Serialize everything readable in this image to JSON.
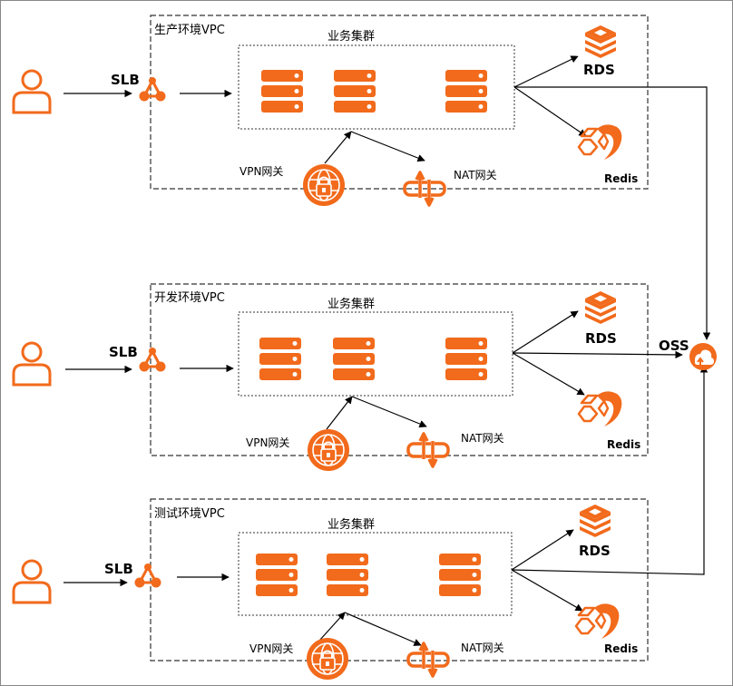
{
  "vpcs": [
    {
      "title": "生产环境VPC",
      "cluster_title": "业务集群",
      "slb_label": "SLB",
      "vpn_label": "VPN网关",
      "nat_label": "NAT网关",
      "rds_label": "RDS",
      "redis_label": "Redis"
    },
    {
      "title": "开发环境VPC",
      "cluster_title": "业务集群",
      "slb_label": "SLB",
      "vpn_label": "VPN网关",
      "nat_label": "NAT网关",
      "rds_label": "RDS",
      "redis_label": "Redis"
    },
    {
      "title": "测试环境VPC",
      "cluster_title": "业务集群",
      "slb_label": "SLB",
      "vpn_label": "VPN网关",
      "nat_label": "NAT网关",
      "rds_label": "RDS",
      "redis_label": "Redis"
    }
  ],
  "oss_label": "OSS",
  "colors": {
    "accent": "#f26a1b",
    "line": "#000000",
    "border": "#555555"
  }
}
